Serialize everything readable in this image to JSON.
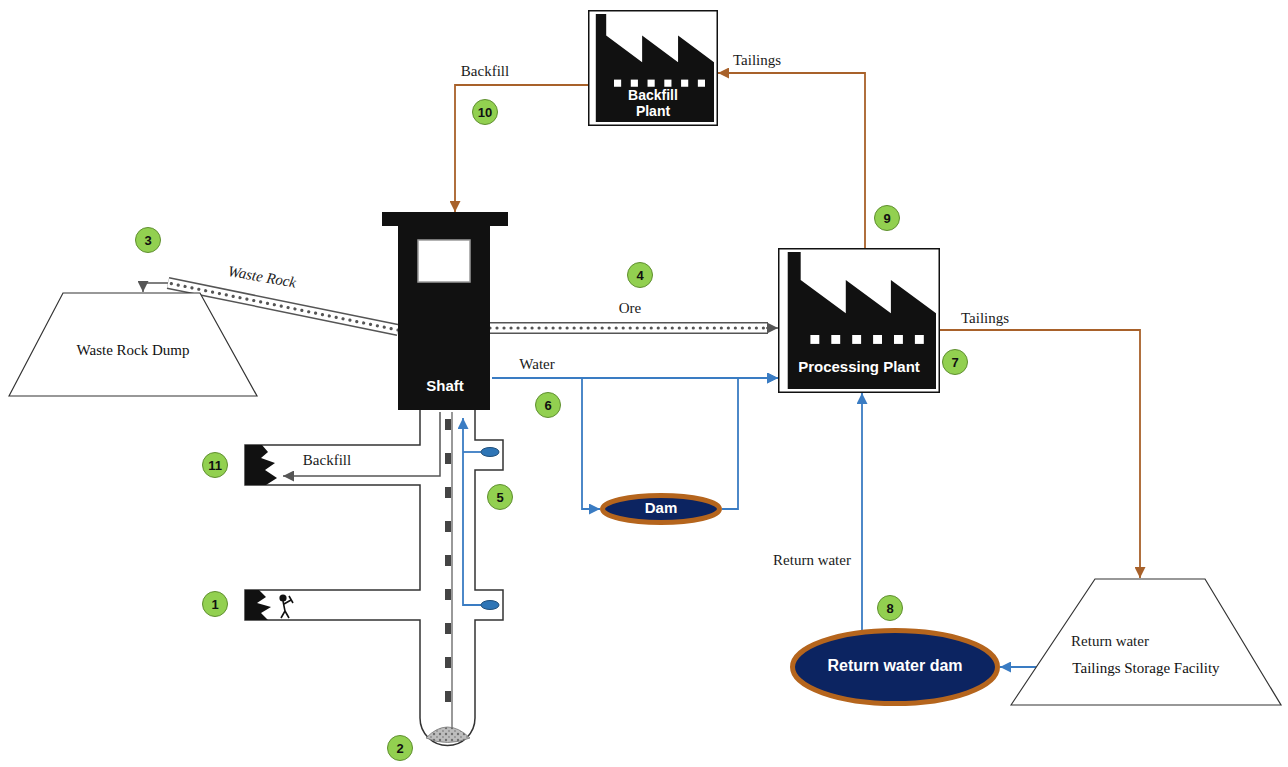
{
  "diagram": {
    "nodes": [
      {
        "text": [
          "Backfill Plant"
        ]
      },
      {
        "text": [
          "Waste Rock Dump"
        ]
      },
      {
        "text": [
          "Shaft"
        ]
      },
      {
        "text": [
          "Processing Plant"
        ]
      },
      {
        "text": [
          "Dam"
        ]
      },
      {
        "text": [
          "Return water dam"
        ]
      },
      {
        "text": [
          "Tailings Storage Facility"
        ]
      }
    ],
    "edges": [
      {
        "from": 0,
        "to": 2,
        "label": "Backfill",
        "arrow": "to"
      },
      {
        "from": 3,
        "to": 0,
        "label": "Tailings",
        "arrow": "to"
      },
      {
        "from": 2,
        "to": 1,
        "label": "Waste Rock",
        "arrow": "to"
      },
      {
        "from": 2,
        "to": 3,
        "label": "Ore",
        "arrow": "to"
      },
      {
        "from": 2,
        "to": 3,
        "label": "Water",
        "arrow": "to"
      },
      {
        "from": 2,
        "to": 4,
        "arrow": "to"
      },
      {
        "from": 4,
        "to": 3,
        "arrow": "to"
      },
      {
        "from": 3,
        "to": 6,
        "label": "Tailings",
        "arrow": "to"
      },
      {
        "from": 6,
        "to": 5,
        "label": "Return water",
        "arrow": "to"
      },
      {
        "from": 5,
        "to": 3,
        "label": "Return water",
        "arrow": "to"
      }
    ],
    "labels": [
      "10",
      "3",
      "4",
      "9",
      "6",
      "7",
      "5",
      "11",
      "Backfill",
      "1",
      "8",
      "2"
    ]
  }
}
